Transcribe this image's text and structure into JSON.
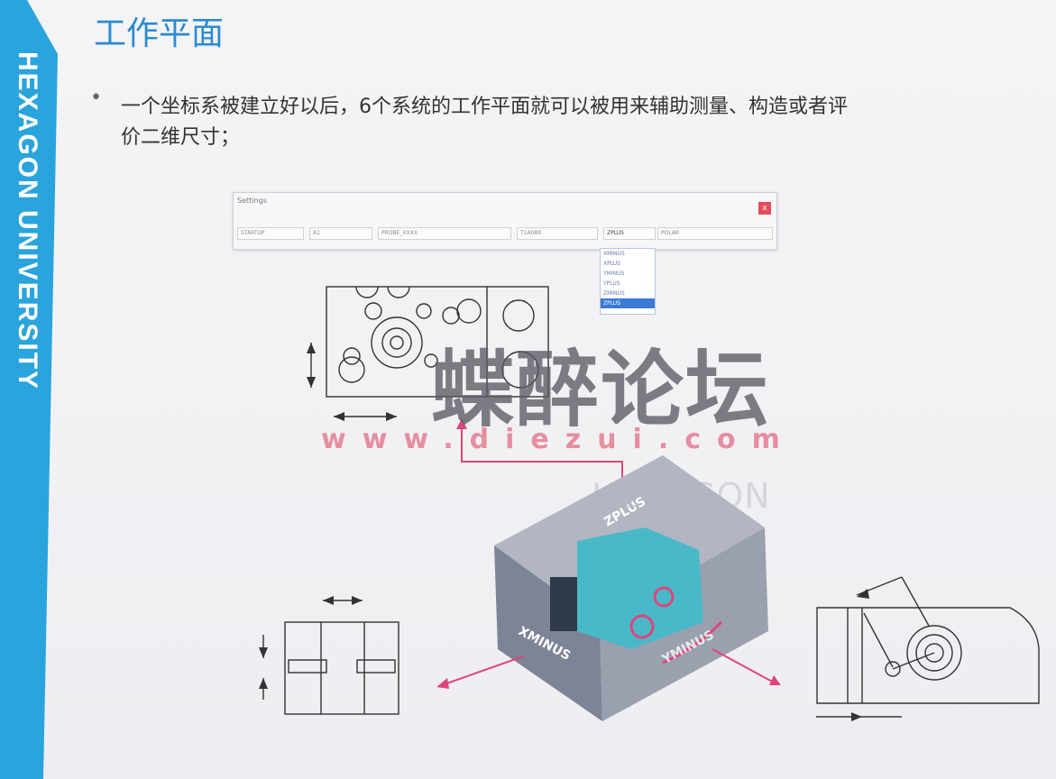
{
  "sidebar": {
    "brand_text": "HEXAGON UNIVERSITY"
  },
  "slide": {
    "title": "工作平面",
    "bullet_symbol": "•",
    "bullet_line1": "一个坐标系被建立好以后，6个系统的工作平面就可以被用来辅助测量、构造或者评",
    "bullet_line2": "价二维尺寸；"
  },
  "settings_dialog": {
    "title": "Settings",
    "close_label": "x",
    "fields": [
      "STARTUP",
      "A1",
      "PROBE_XXXX",
      "T1A0B0",
      "ZPLUS",
      "POLAR"
    ],
    "dropdown_options": [
      "XMINUS",
      "XPLUS",
      "YMINUS",
      "YPLUS",
      "ZMINUS",
      "ZPLUS"
    ],
    "dropdown_selected": "ZPLUS"
  },
  "cube": {
    "top_label": "ZPLUS",
    "left_label": "XMINUS",
    "right_label": "YMINUS"
  },
  "watermark": {
    "chinese": "蝶醉论坛",
    "url": "www.diezui.com",
    "hexagon": "HEXAGON"
  },
  "colors": {
    "accent_blue": "#2aa4dc",
    "title_blue": "#2c8bd0",
    "arrow_pink": "#e0457a",
    "cube_gray": "#8f95a5",
    "part_teal": "#49b9c9"
  }
}
